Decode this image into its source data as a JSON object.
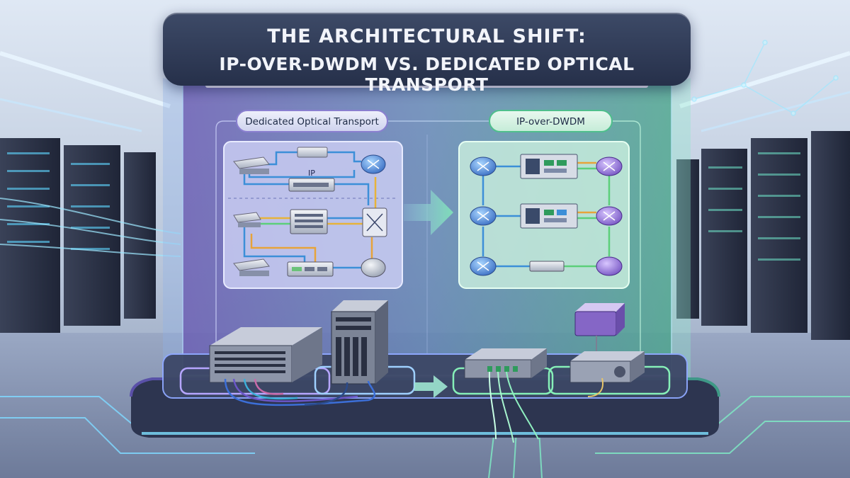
{
  "title": {
    "line1": "THE ARCHITECTURAL SHIFT:",
    "line2": "IP-OVER-DWDM VS. DEDICATED OPTICAL TRANSPORT"
  },
  "left_panel": {
    "label": "Dedicated Optical Transport",
    "ip_label": "IP"
  },
  "right_panel": {
    "label": "IP-over-DWDM"
  },
  "colors": {
    "left_accent": "#8a7fd0",
    "right_accent": "#4fbf8c",
    "title_bg": "#2c3752",
    "link_blue": "#3c8fd8",
    "link_orange": "#e7a33a",
    "link_green": "#5ccf7a"
  }
}
